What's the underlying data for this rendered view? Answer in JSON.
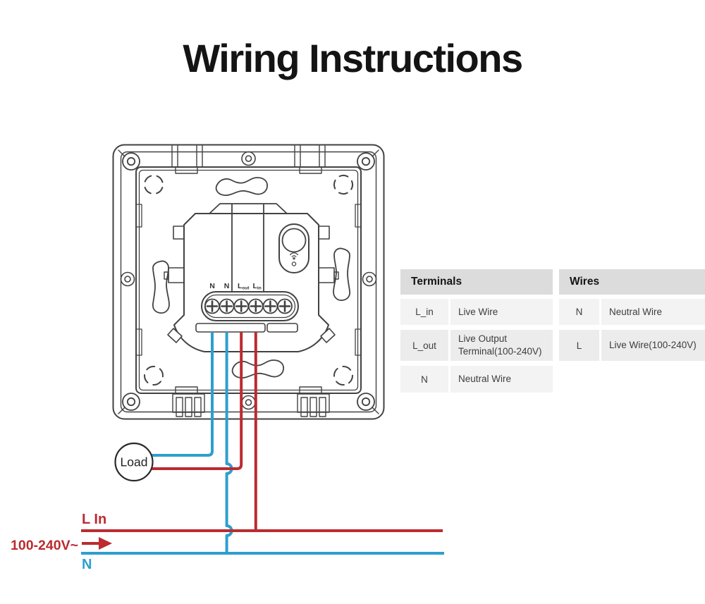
{
  "title": "Wiring Instructions",
  "device": {
    "terminal_labels": [
      {
        "main": "N",
        "sub": ""
      },
      {
        "main": "N",
        "sub": ""
      },
      {
        "main": "L",
        "sub": "out"
      },
      {
        "main": "L",
        "sub": "in"
      }
    ],
    "button_icon": "wifi"
  },
  "circuit": {
    "load_label": "Load",
    "line_in_label": "L In",
    "supply_label": "100-240V~",
    "neutral_label": "N",
    "live_color": "#bb2b30",
    "neutral_color": "#2e9ecf"
  },
  "tables": {
    "terminals": {
      "header": "Terminals",
      "rows": [
        {
          "key": "L_in",
          "value": "Live Wire"
        },
        {
          "key": "L_out",
          "value": "Live Output Terminal(100-240V)"
        },
        {
          "key": "N",
          "value": "Neutral Wire"
        }
      ]
    },
    "wires": {
      "header": "Wires",
      "rows": [
        {
          "key": "N",
          "value": "Neutral Wire"
        },
        {
          "key": "L",
          "value": "Live Wire(100-240V)"
        }
      ]
    }
  }
}
